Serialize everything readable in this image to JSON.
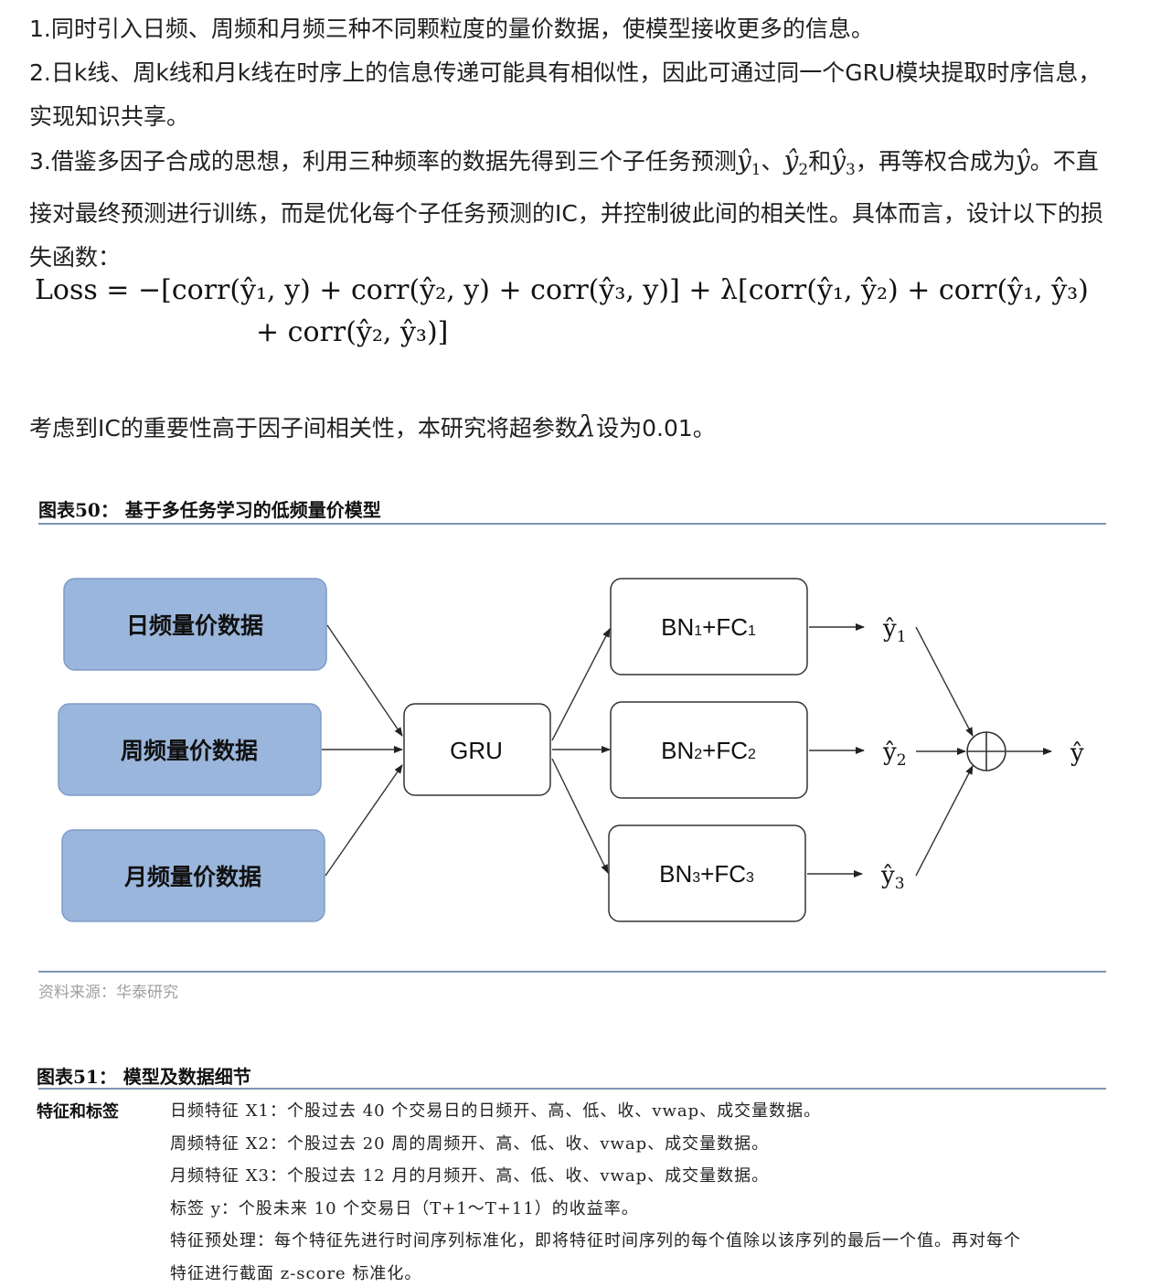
{
  "paragraphs": {
    "p1": "1.同时引入日频、周频和月频三种不同颗粒度的量价数据，使模型接收更多的信息。",
    "p2": "2.日k线、周k线和月k线在时序上的信息传递可能具有相似性，因此可通过同一个GRU模块提取时序信息，实现知识共享。",
    "p3_a": "3.借鉴多因子合成的思想，利用三种频率的数据先得到三个子任务预测",
    "p3_sep1": "、",
    "p3_and": "和",
    "p3_b": "，再等权合成为",
    "p3_c": "。不直接对最终预测进行训练，而是优化每个子任务预测的IC，并控制彼此间的相关性。具体而言，设计以下的损失函数：",
    "p4_a": "考虑到IC的重要性高于因子间相关性，本研究将超参数",
    "p4_b": "设为0.01。"
  },
  "math": {
    "yhat": "ŷ",
    "sub1": "1",
    "sub2": "2",
    "sub3": "3",
    "lambda": "λ"
  },
  "formula": {
    "line1": "Loss = −[corr(ŷ₁, y) + corr(ŷ₂, y) + corr(ŷ₃, y)] + λ[corr(ŷ₁, ŷ₂) + corr(ŷ₁, ŷ₃)",
    "line2": "+ corr(ŷ₂, ŷ₃)]"
  },
  "figure50": {
    "title": "图表50：  基于多任务学习的低频量价模型",
    "inputs": [
      "日频量价数据",
      "周频量价数据",
      "月频量价数据"
    ],
    "core": "GRU",
    "heads": [
      {
        "base1": "BN",
        "sub1": "1",
        "mid": "+FC",
        "sub2": "1"
      },
      {
        "base1": "BN",
        "sub1": "2",
        "mid": "+FC",
        "sub2": "2"
      },
      {
        "base1": "BN",
        "sub1": "3",
        "mid": "+FC",
        "sub2": "3"
      }
    ],
    "outputs": [
      {
        "y": "ŷ",
        "sub": "1"
      },
      {
        "y": "ŷ",
        "sub": "2"
      },
      {
        "y": "ŷ",
        "sub": "3"
      }
    ],
    "final": "ŷ",
    "source": "资料来源：华泰研究",
    "colors": {
      "input_fill": "#9bb6dc",
      "input_stroke": "#7f9cc7",
      "box_stroke": "#333333"
    }
  },
  "figure51": {
    "title": "图表51：  模型及数据细节",
    "label": "特征和标签",
    "items": [
      "日频特征 X1：个股过去 40 个交易日的日频开、高、低、收、vwap、成交量数据。",
      "周频特征 X2：个股过去 20 周的周频开、高、低、收、vwap、成交量数据。",
      "月频特征 X3：个股过去 12 月的月频开、高、低、收、vwap、成交量数据。",
      "标签 y：个股未来 10 个交易日（T+1～T+11）的收益率。",
      "特征预处理：每个特征先进行时间序列标准化，即将特征时间序列的每个值除以该序列的最后一个值。再对每个",
      "特征进行截面 z-score 标准化。"
    ]
  }
}
